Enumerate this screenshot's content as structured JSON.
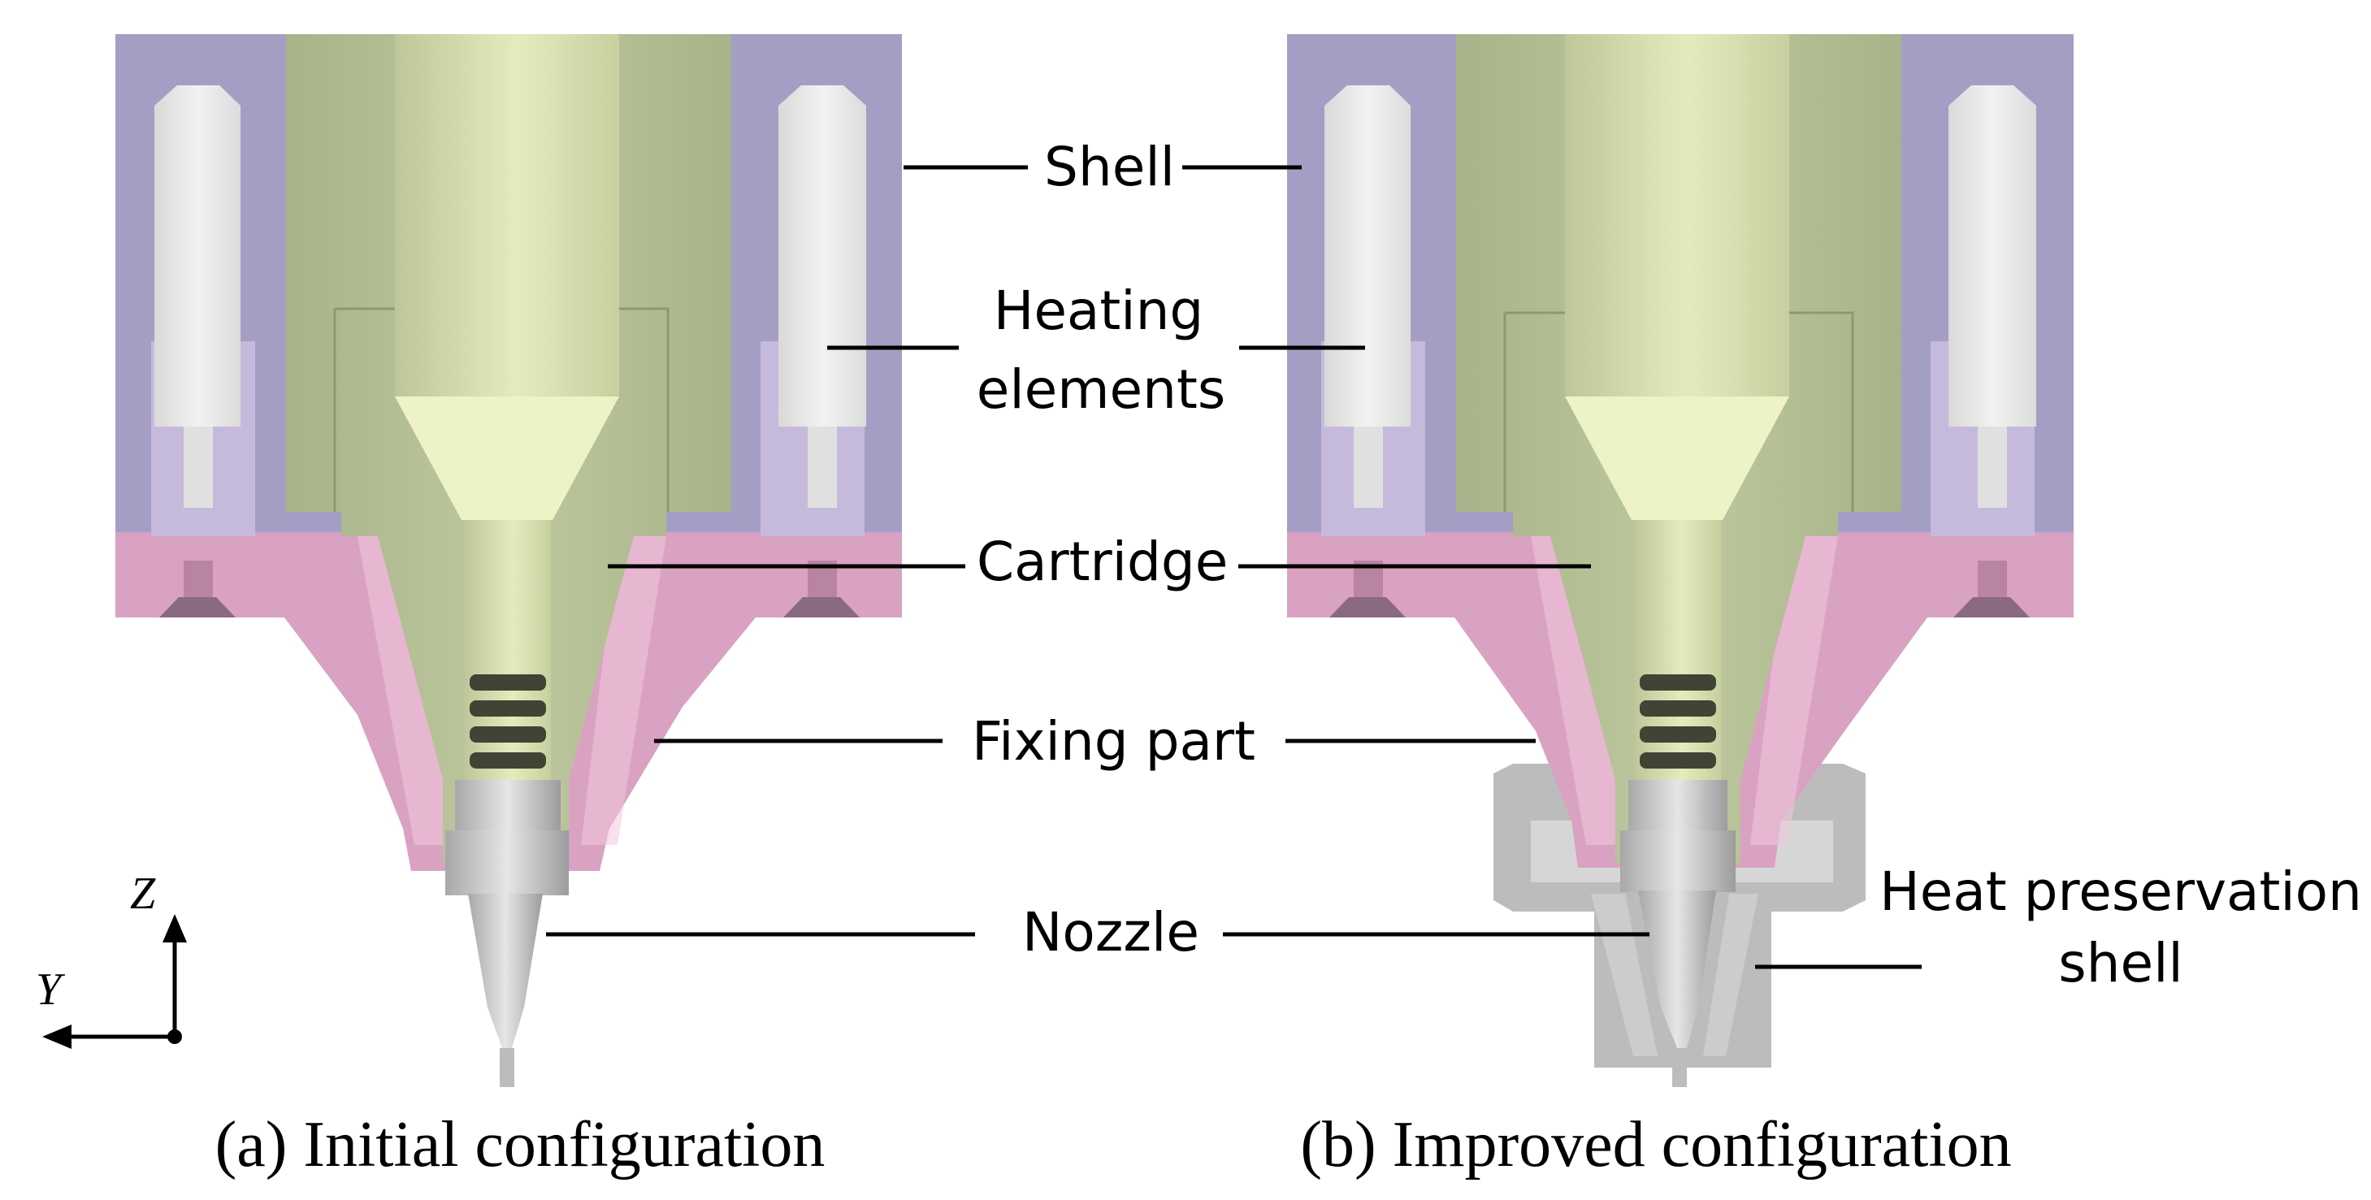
{
  "labels": {
    "shell": "Shell",
    "heating_line1": "Heating",
    "heating_line2": "elements",
    "cartridge": "Cartridge",
    "fixing_part": "Fixing part",
    "nozzle": "Nozzle",
    "heat_preservation_line1": "Heat preservation",
    "heat_preservation_line2": "shell"
  },
  "captions": {
    "a": "(a) Initial configuration",
    "b": "(b) Improved configuration"
  },
  "axes": {
    "z": "Z",
    "y": "Y"
  },
  "colors": {
    "shell": "#a29cc2",
    "shell_inner": "#c3b7db",
    "cartridge": "#b6bf95",
    "cartridge_core": "#d2daa8",
    "cartridge_cone": "#eef2c6",
    "heater": "#e8e8e8",
    "fixing": "#d8a0c0",
    "fixing_light": "#f2c6df",
    "nozzle": "#c8c8c8",
    "preservation": "#b8b8b8",
    "coil": "#3f4434"
  }
}
